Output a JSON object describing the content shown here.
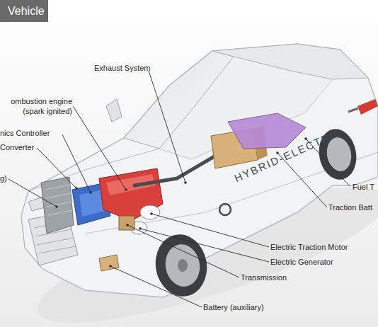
{
  "diagram": {
    "title": "Vehicle",
    "labels": [
      "Exhaust System",
      "ombustion engine (spark ignited)",
      "nics Controller",
      "Converter",
      "g)",
      "HYBRID-ELECTRIC",
      "Fuel T",
      "Traction Batt",
      "Electric Traction Motor",
      "Electric Generator",
      "Transmission",
      "Battery (auxiliary)"
    ]
  }
}
